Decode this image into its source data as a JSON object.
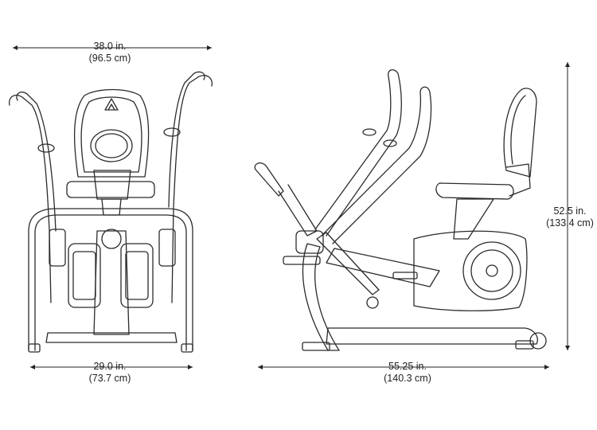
{
  "dimensions": {
    "front_width": {
      "imperial": "38.0 in.",
      "metric": "(96.5 cm)"
    },
    "front_depth": {
      "imperial": "29.0 in.",
      "metric": "(73.7 cm)"
    },
    "side_length": {
      "imperial": "55.25 in.",
      "metric": "(140.3 cm)"
    },
    "side_height": {
      "imperial": "52.5 in.",
      "metric": "(133.4 cm)"
    }
  },
  "colors": {
    "line": "#2b2b2b",
    "dimension": "#222222",
    "background": "#ffffff"
  }
}
